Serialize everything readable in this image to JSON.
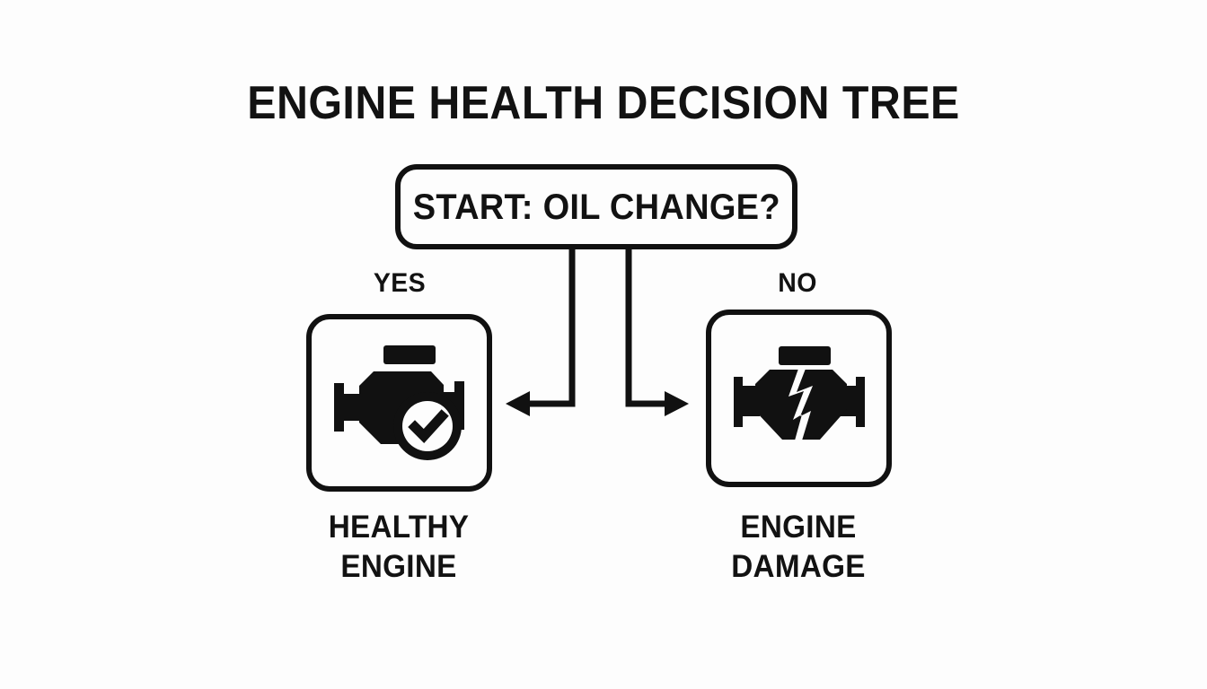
{
  "page": {
    "title": "ENGINE HEALTH DECISION TREE",
    "background_color": "#fdfdfd",
    "ink_color": "#111111"
  },
  "decision": {
    "id": "start-node",
    "text": "START: OIL CHANGE?",
    "shape": "rounded-rectangle"
  },
  "branches": {
    "yes_label": "YES",
    "no_label": "NO"
  },
  "outcomes": {
    "left": {
      "icon_name": "healthy-engine-icon",
      "caption_line1": "HEALTHY",
      "caption_line2": "ENGINE"
    },
    "right": {
      "icon_name": "damaged-engine-icon",
      "caption_line1": "ENGINE",
      "caption_line2": "DAMAGE"
    }
  },
  "chart_data": {
    "type": "diagram",
    "diagram_type": "decision-tree",
    "title": "ENGINE HEALTH DECISION TREE",
    "nodes": [
      {
        "id": "start",
        "label": "START: OIL CHANGE?",
        "shape": "rounded-rect",
        "level": 0
      },
      {
        "id": "healthy",
        "label": "HEALTHY ENGINE",
        "shape": "rounded-square-icon",
        "icon": "engine-with-check",
        "level": 1
      },
      {
        "id": "damage",
        "label": "ENGINE DAMAGE",
        "shape": "rounded-square-icon",
        "icon": "engine-cracked",
        "level": 1
      }
    ],
    "edges": [
      {
        "from": "start",
        "to": "healthy",
        "label": "YES",
        "direction": "left",
        "arrow": true
      },
      {
        "from": "start",
        "to": "damage",
        "label": "NO",
        "direction": "right",
        "arrow": true
      }
    ],
    "palette": {
      "ink": "#111111",
      "background": "#fdfdfd"
    }
  }
}
